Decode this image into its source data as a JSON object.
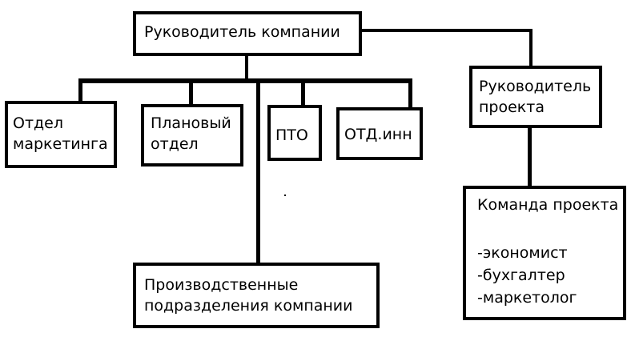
{
  "diagram": {
    "nodes": {
      "company_head": {
        "text": "Руководитель компании"
      },
      "project_head": {
        "text": "Руководитель\nпроекта"
      },
      "marketing": {
        "text": "Отдел\nмаркетинга"
      },
      "planning": {
        "text": "Плановый\nотдел"
      },
      "pto": {
        "text": "ПТО"
      },
      "otd_inn": {
        "text": "ОТД.инн"
      },
      "production": {
        "text": "Производственные\nподразделения компании"
      },
      "project_team": {
        "title": "Команда проекта",
        "members": [
          "-экономист",
          "-бухгалтер",
          "-маркетолог"
        ]
      }
    },
    "edges": [
      [
        "company_head",
        "project_head"
      ],
      [
        "company_head",
        "marketing"
      ],
      [
        "company_head",
        "planning"
      ],
      [
        "company_head",
        "pto"
      ],
      [
        "company_head",
        "otd_inn"
      ],
      [
        "company_head",
        "production"
      ],
      [
        "project_head",
        "project_team"
      ]
    ]
  }
}
